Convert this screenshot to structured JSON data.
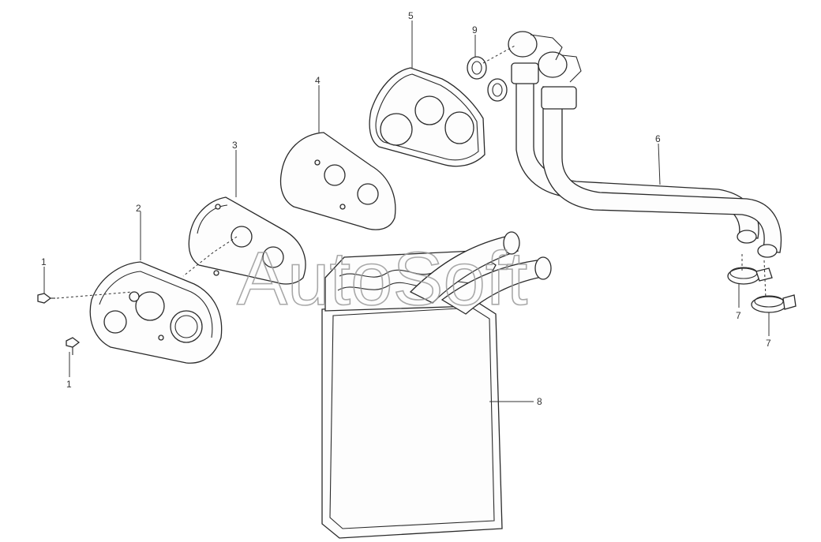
{
  "watermark": "AutoSoft",
  "callouts": {
    "c1a": "1",
    "c1b": "1",
    "c2": "2",
    "c3": "3",
    "c4": "4",
    "c5": "5",
    "c6": "6",
    "c7a": "7",
    "c7b": "7",
    "c8": "8",
    "c9": "9"
  }
}
